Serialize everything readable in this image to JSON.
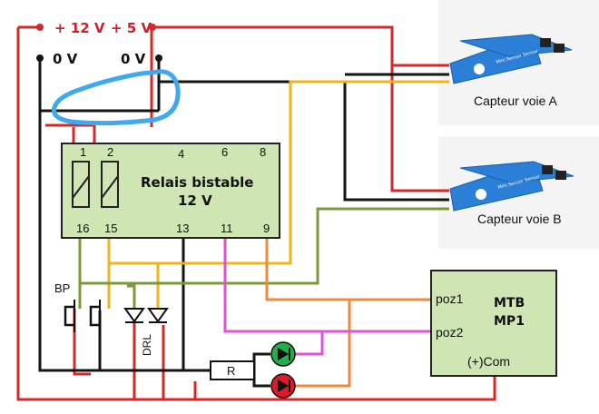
{
  "supply": {
    "plus12": "+ 12 V",
    "plus5": "+ 5 V",
    "zero_left": "0 V",
    "zero_right": "0 V"
  },
  "relay": {
    "title_line1": "Relais bistable",
    "title_line2": "12 V",
    "pins_top": [
      "1",
      "2",
      "4",
      "6",
      "8"
    ],
    "pins_bottom": [
      "16",
      "15",
      "13",
      "11",
      "9"
    ]
  },
  "sensors": {
    "a_label": "Capteur voie A",
    "b_label": "Capteur voie B",
    "module_text": "Mini Sensor Sensor"
  },
  "mtb": {
    "title_line1": "MTB",
    "title_line2": "MP1",
    "poz1": "poz1",
    "poz2": "poz2",
    "com": "(+)Com"
  },
  "labels": {
    "bp": "BP",
    "drl": "DRL",
    "resistor": "R"
  },
  "colors": {
    "red_wire": "#d62828",
    "black_wire": "#151515",
    "yellow_wire": "#f2b31b",
    "green_wire": "#7a9a3c",
    "orange_wire": "#ef8a3c",
    "magenta_wire": "#e052d8",
    "box_fill": "#cfe6b4",
    "highlight": "#3fa9f0",
    "led_green": "#1fb04a",
    "led_red": "#e0182a",
    "sensor_blue": "#2b7fd6"
  }
}
